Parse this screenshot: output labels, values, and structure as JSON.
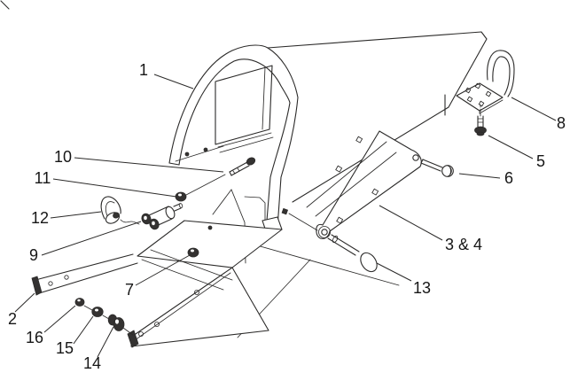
{
  "figure": {
    "type": "exploded-parts-diagram",
    "colors": {
      "line": "#2b2a29",
      "label": "#161616",
      "background": "#ffffff",
      "hardware_fill": "#343231"
    }
  },
  "callouts": {
    "c1": {
      "text": "1"
    },
    "c2": {
      "text": "2"
    },
    "c3_4": {
      "text": "3 & 4"
    },
    "c5": {
      "text": "5"
    },
    "c6": {
      "text": "6"
    },
    "c7": {
      "text": "7"
    },
    "c8": {
      "text": "8"
    },
    "c9": {
      "text": "9"
    },
    "c10": {
      "text": "10"
    },
    "c11": {
      "text": "11"
    },
    "c12": {
      "text": "12"
    },
    "c13": {
      "text": "13"
    },
    "c14": {
      "text": "14"
    },
    "c15": {
      "text": "15"
    },
    "c16": {
      "text": "16"
    }
  }
}
